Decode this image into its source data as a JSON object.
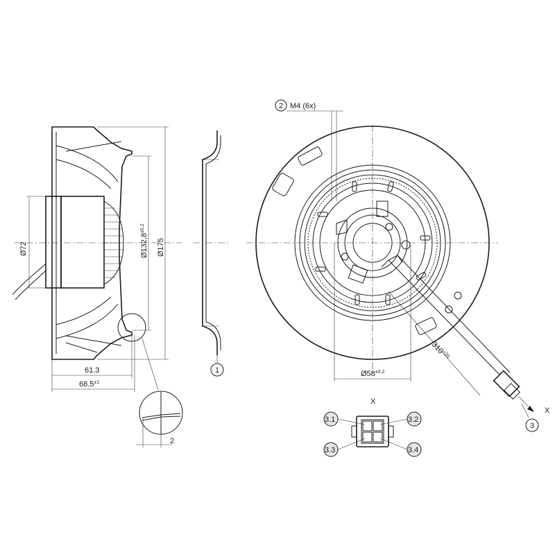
{
  "side_view": {
    "dim_61_3": "61.3",
    "dim_68_5": "68.5",
    "dim_68_5_tol": "±1",
    "dim_72": "Ø72",
    "dim_132_8": "Ø132,8",
    "dim_132_8_tol": "±0,2",
    "dim_175": "Ø175",
    "detail_dim": "2"
  },
  "profile_view": {
    "callout_1": "1"
  },
  "front_view": {
    "callout_2": "2",
    "thread_label": "M4 (6x)",
    "dim_58": "Ø58",
    "dim_58_tol": "±0,2",
    "cable_len": "310",
    "cable_len_tol": "+20",
    "callout_3": "3",
    "view_x_arrow": "X"
  },
  "connector": {
    "title": "X",
    "pin_31": "3.1",
    "pin_32": "3.2",
    "pin_33": "3.3",
    "pin_34": "3.4"
  }
}
